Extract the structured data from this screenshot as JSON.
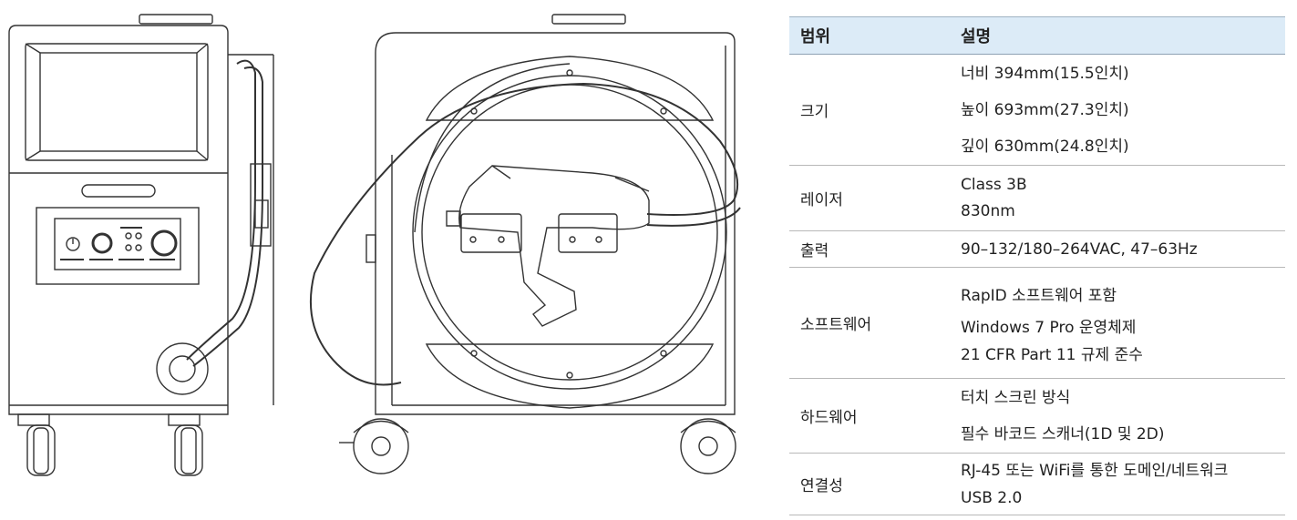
{
  "table": {
    "header": {
      "category": "범위",
      "description": "설명"
    },
    "rows": [
      {
        "category": "크기",
        "lines": [
          "너비 394mm(15.5인치)",
          "높이 693mm(27.3인치)",
          "깊이 630mm(24.8인치)"
        ]
      },
      {
        "category": "레이저",
        "lines": [
          "Class 3B",
          "830nm"
        ]
      },
      {
        "category": "출력",
        "lines": [
          "90–132/180–264VAC, 47–63Hz"
        ]
      },
      {
        "category": "소프트웨어",
        "lines": [
          "RapID 소프트웨어 포함",
          "Windows 7 Pro 운영체제",
          "21 CFR Part 11 규제 준수"
        ]
      },
      {
        "category": "하드웨어",
        "lines": [
          "터치 스크린 방식",
          "필수 바코드 스캐너(1D 및 2D)"
        ]
      },
      {
        "category": "연결성",
        "lines": [
          "RJ-45 또는 WiFi를 통한 도메인/네트워크",
          "USB 2.0"
        ]
      }
    ]
  },
  "colors": {
    "header_bg": "#dcebf7",
    "line": "#333333",
    "rule": "#b8b8b8"
  },
  "icons": [
    "power-icon",
    "knob-icon",
    "wheel-icon",
    "barcode-scanner-icon"
  ]
}
